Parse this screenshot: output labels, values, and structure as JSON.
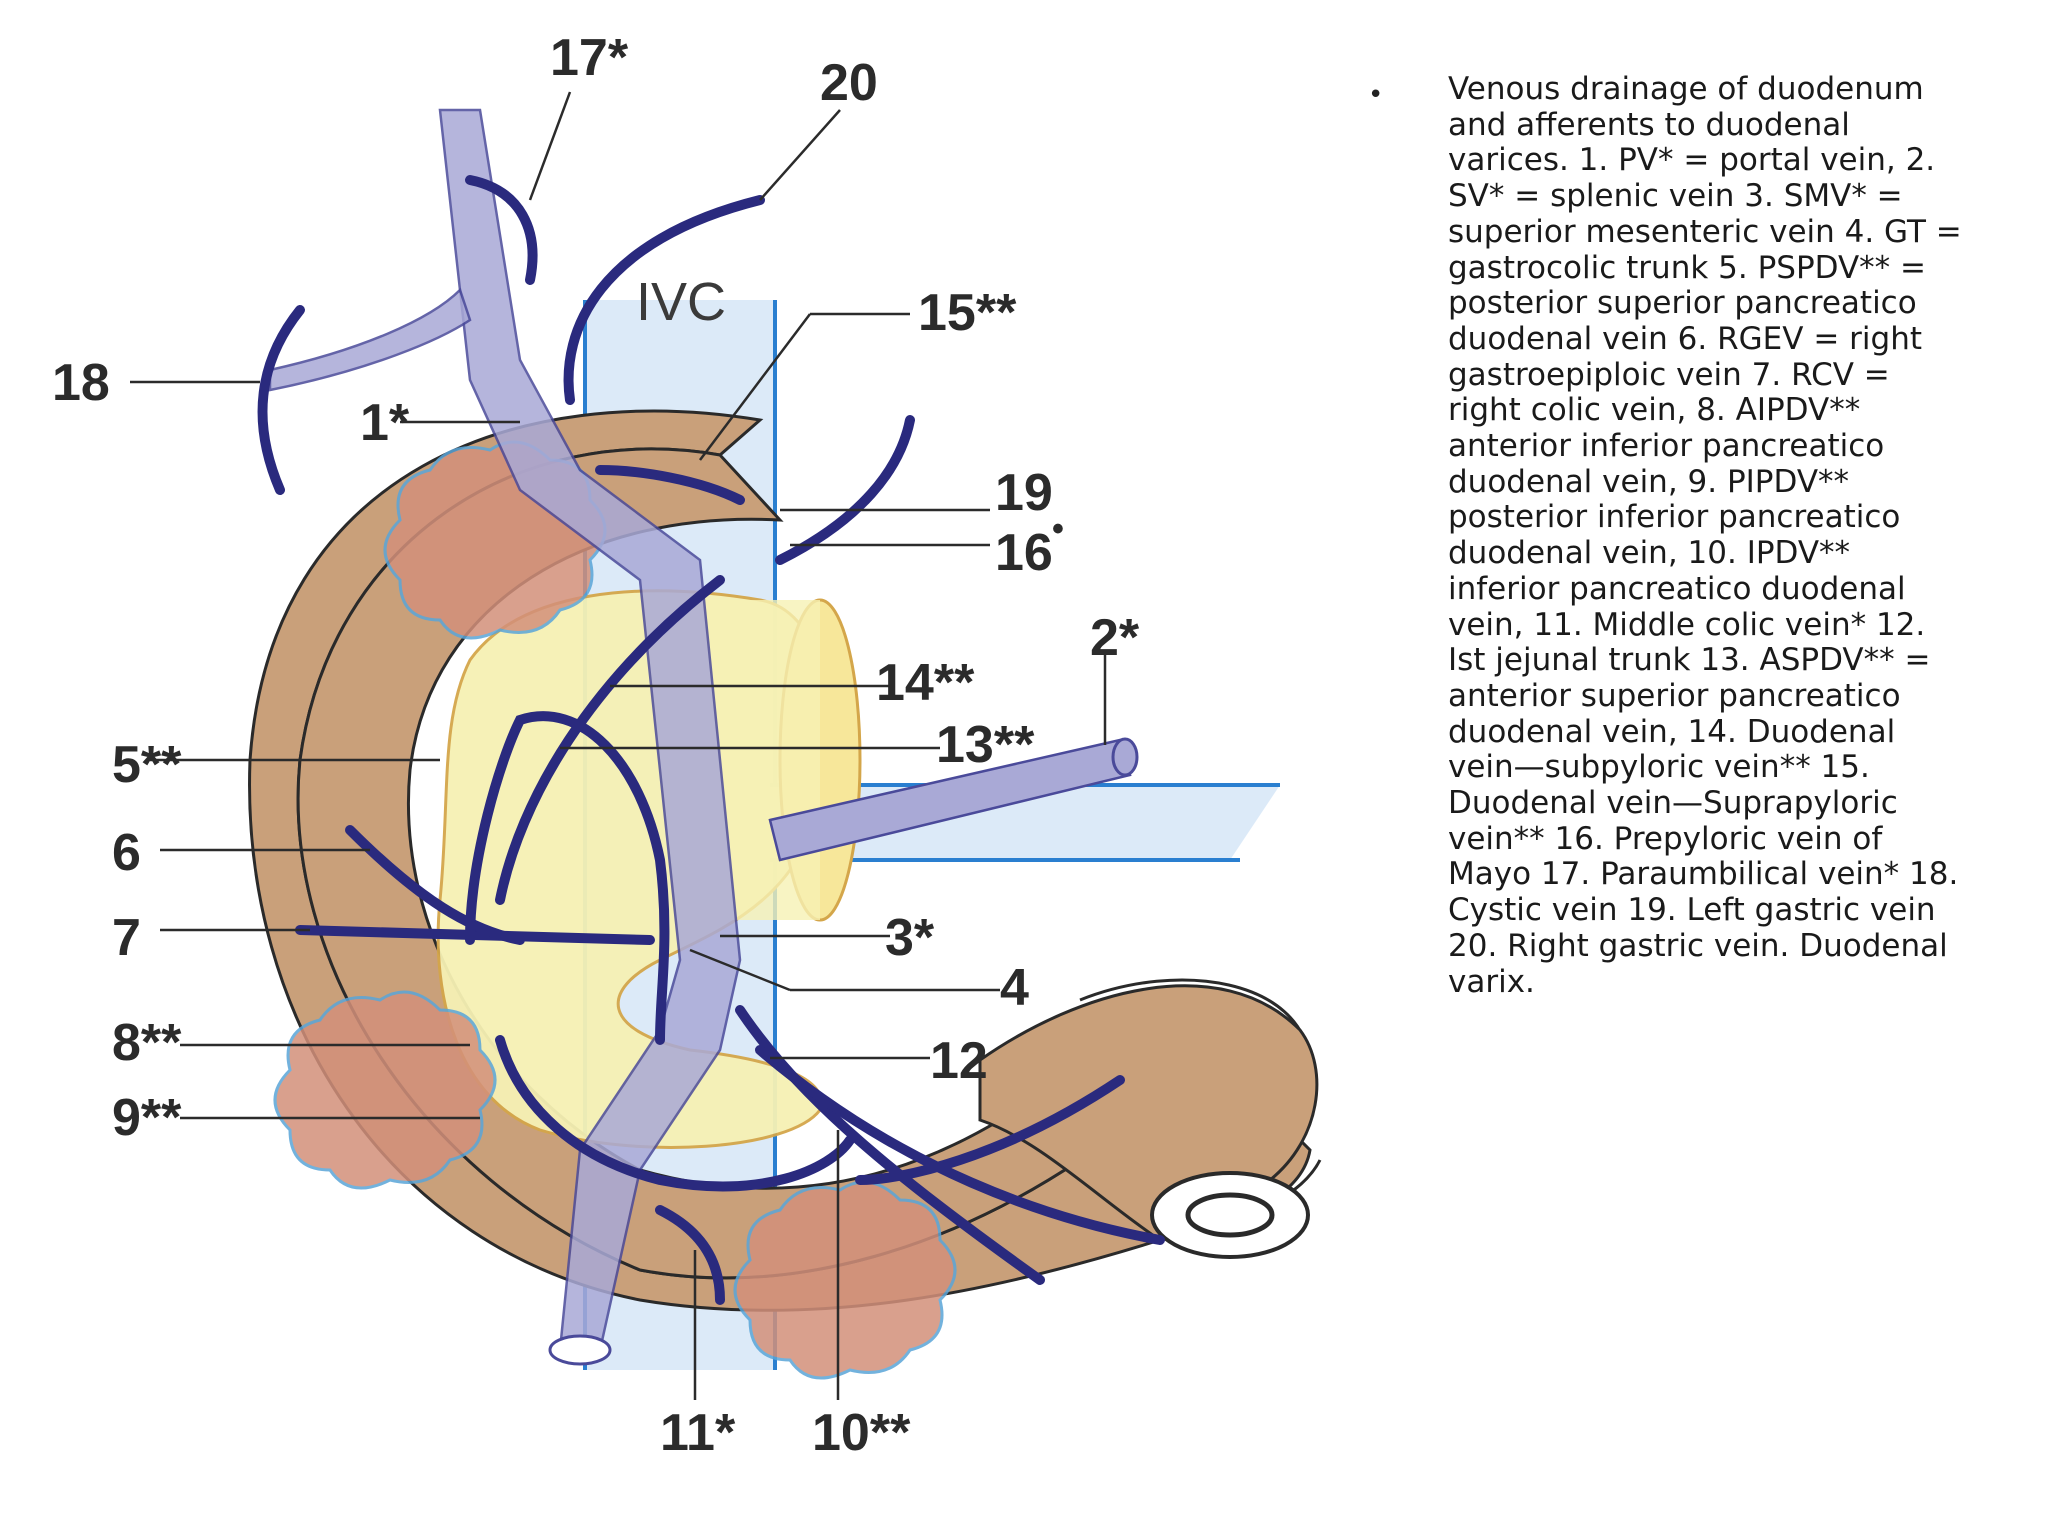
{
  "figure": {
    "ivc_label": "IVC",
    "labels": {
      "l1": "1*",
      "l2": "2*",
      "l3": "3*",
      "l4": "4",
      "l5": "5**",
      "l6": "6",
      "l7": "7",
      "l8": "8**",
      "l9": "9**",
      "l10": "10**",
      "l11": "11*",
      "l12": "12",
      "l13": "13**",
      "l14": "14**",
      "l15": "15**",
      "l16": "16",
      "l17": "17*",
      "l18": "18",
      "l19": "19",
      "l20": "20"
    },
    "l16_marker": "•"
  },
  "caption": {
    "bullet": "•",
    "text": "Venous drainage of duodenum and afferents to duodenal varices. 1. PV* = portal vein, 2. SV* = splenic vein 3. SMV* = superior mesenteric vein 4. GT = gastrocolic trunk 5. PSPDV** = posterior superior pancreatico duodenal vein 6. RGEV = right gastroepiploic vein 7. RCV = right colic vein, 8. AIPDV** anterior inferior pancreatico duodenal vein, 9. PIPDV** posterior inferior pancreatico duodenal vein, 10. IPDV** inferior pancreatico duodenal vein, 11. Middle colic vein* 12. Ist jejunal trunk 13. ASPDV** = anterior superior pancreatico duodenal vein, 14. Duodenal vein—subpyloric vein** 15. Duodenal vein—Suprapyloric vein** 16. Prepyloric vein of Mayo 17. Paraumbilical vein* 18. Cystic vein 19. Left gastric vein 20. Right gastric vein. Duodenal varix."
  },
  "colors": {
    "duodenum": "#c9a07a",
    "vein_dark": "#2a2a7e",
    "vein_light": "#a9a9d6",
    "ivc_fill": "#d8e8f7",
    "ivc_line": "#2a7fd0",
    "pancreas": "#f6f1b4",
    "varix": "#d3907a"
  }
}
